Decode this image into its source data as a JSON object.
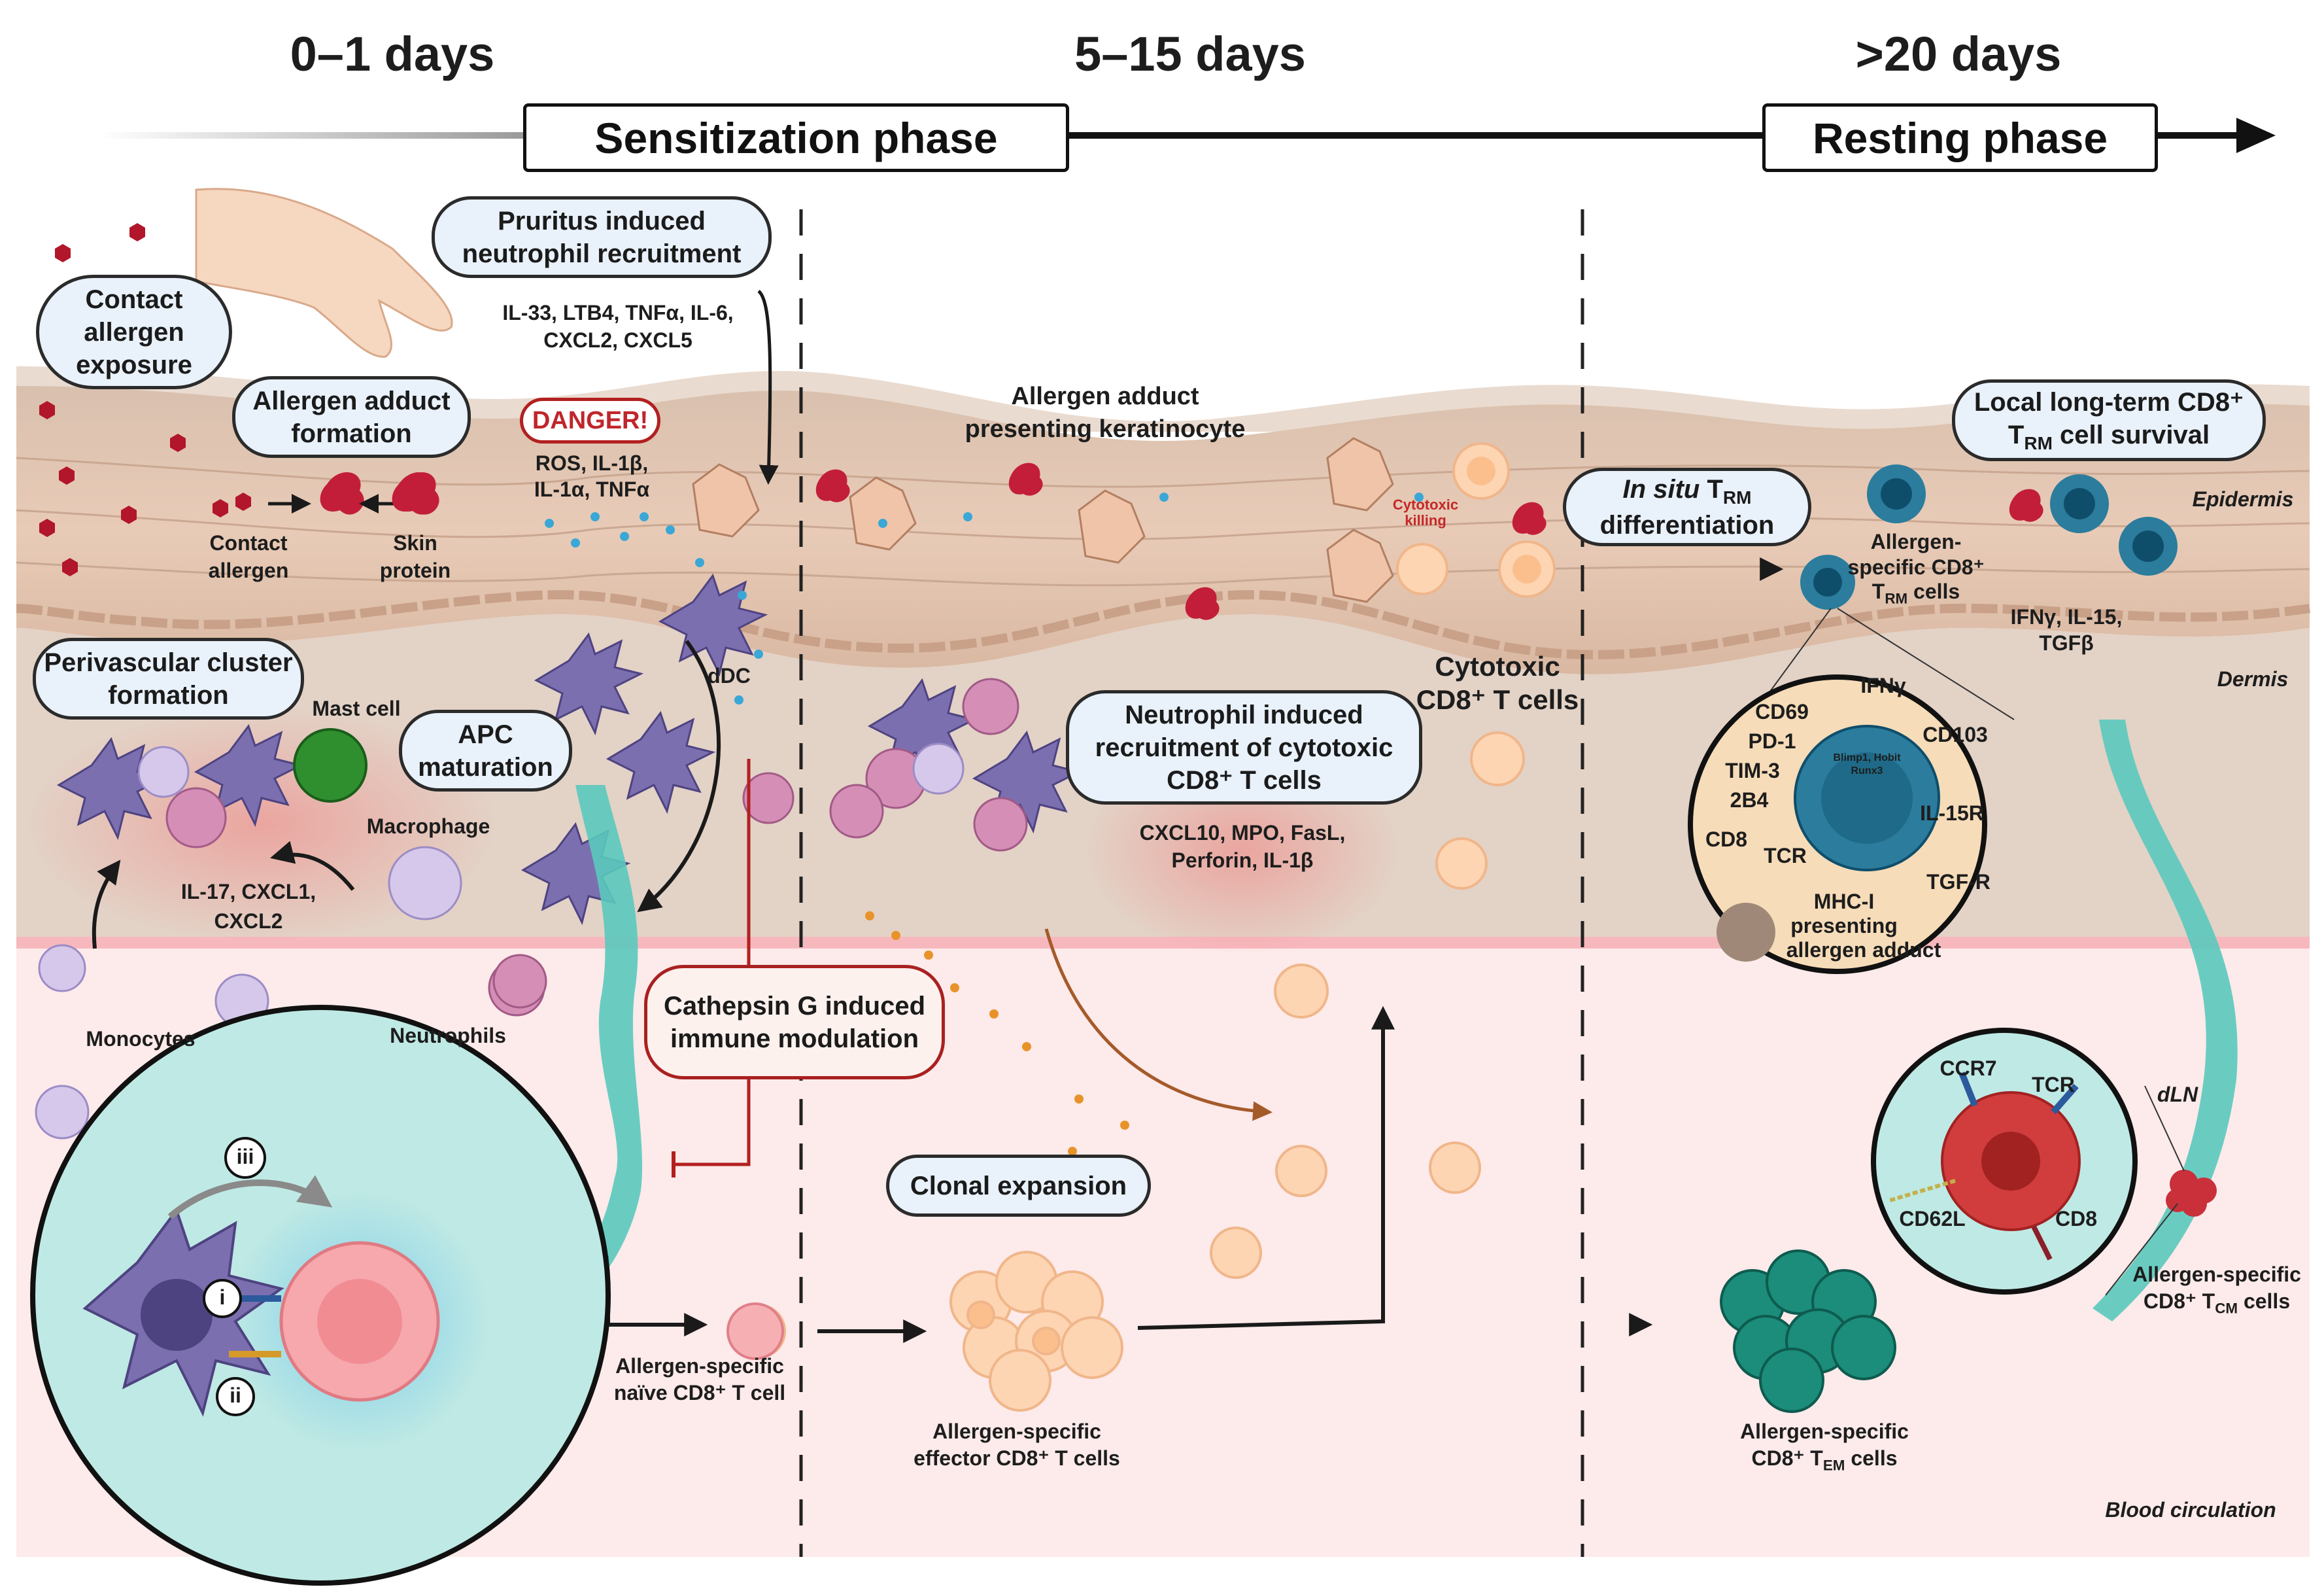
{
  "timeline": {
    "day_0_1": "0–1 days",
    "day_5_15": "5–15 days",
    "day_20": ">20 days",
    "sensitization_phase": "Sensitization phase",
    "resting_phase": "Resting phase"
  },
  "bubbles": {
    "contact_allergen_exposure": "Contact allergen exposure",
    "allergen_adduct_formation": "Allergen adduct formation",
    "pruritus_neutrophil": "Pruritus induced neutrophil recruitment",
    "perivascular_cluster": "Perivascular cluster formation",
    "apc_maturation": "APC maturation",
    "cathepsin_g": "Cathepsin G induced immune modulation",
    "neutrophil_cytotoxic": "Neutrophil induced recruitment of cytotoxic CD8⁺ T cells",
    "clonal_expansion": "Clonal expansion",
    "in_situ_trm_a": "In situ",
    "in_situ_trm_b": "T",
    "in_situ_trm_c": "RM",
    "in_situ_trm_d": "differentiation",
    "local_survival_a": "Local long-term CD8⁺",
    "local_survival_b": "T",
    "local_survival_c": "RM",
    "local_survival_d": "cell survival"
  },
  "labels": {
    "danger": "DANGER!",
    "cytokines_pruritus_1": "IL-33, LTB4, TNFα, IL-6,",
    "cytokines_pruritus_2": "CXCL2, CXCL5",
    "danger_signals_1": "ROS, IL-1β,",
    "danger_signals_2": "IL-1α, TNFα",
    "contact_allergen": "Contact allergen",
    "skin_protein": "Skin protein",
    "adduct_keratinocyte_1": "Allergen adduct",
    "adduct_keratinocyte_2": "presenting keratinocyte",
    "cytotoxic_killing": "Cytotoxic killing",
    "ddc": "dDC",
    "mast_cell": "Mast cell",
    "macrophage": "Macrophage",
    "il17": "IL-17, CXCL1,",
    "cxcl2": "CXCL2",
    "monocytes": "Monocytes",
    "neutrophils": "Neutrophils",
    "cytotoxic_cd8_1": "Cytotoxic",
    "cytotoxic_cd8_2": "CD8⁺ T cells",
    "cxcl10_1": "CXCL10, MPO, FasL,",
    "cxcl10_2": "Perforin, IL-1β",
    "naive_1": "Allergen-specific",
    "naive_2": "naïve CD8⁺ T cell",
    "effector_1": "Allergen-specific",
    "effector_2": "effector CD8⁺ T cells",
    "tem_1": "Allergen-specific",
    "tem_2": "CD8⁺ T",
    "tem_sub": "EM",
    "tem_3": "cells",
    "trm_cells_1": "Allergen-",
    "trm_cells_2": "specific CD8⁺",
    "trm_cells_3": "T",
    "trm_cells_sub": "RM",
    "trm_cells_4": "cells",
    "ifn_il15_1": "IFNγ, IL-15,",
    "ifn_il15_2": "TGFβ",
    "epidermis": "Epidermis",
    "dermis": "Dermis",
    "blood_circulation": "Blood circulation",
    "dln": "dLN",
    "tcm_1": "Allergen-specific",
    "tcm_2": "CD8⁺ T",
    "tcm_sub": "CM",
    "tcm_3": "cells",
    "roman_i": "i",
    "roman_ii": "ii",
    "roman_iii": "iii"
  },
  "trm_inset": {
    "ifng": "IFNγ",
    "cd69": "CD69",
    "cd103": "CD103",
    "pd1": "PD-1",
    "tim3": "TIM-3",
    "b2b4": "2B4",
    "cd8": "CD8",
    "tcr": "TCR",
    "il15r": "IL-15R",
    "tgfr": "TGF-R",
    "nucleus_tf_1": "Blimp1, Hobit",
    "nucleus_tf_2": "Runx3",
    "mhc_1": "MHC-I",
    "mhc_2": "presenting",
    "mhc_3": "allergen adduct"
  },
  "tcm_inset": {
    "ccr7": "CCR7",
    "tcr": "TCR",
    "cd62l": "CD62L",
    "cd8": "CD8"
  },
  "colors": {
    "epidermis": "#e6c9b6",
    "dermis": "#e2d0c4",
    "blood": "#fbe6e6",
    "lymph": "#5ac9bd",
    "dc": "#7b6fb0",
    "neutrophil": "#d58fb6",
    "tcell": "#fdd5b3",
    "trm": "#2b7c9d",
    "tem": "#1b8d7a",
    "tcm": "#d13c3c",
    "allergen": "#b1162a"
  }
}
